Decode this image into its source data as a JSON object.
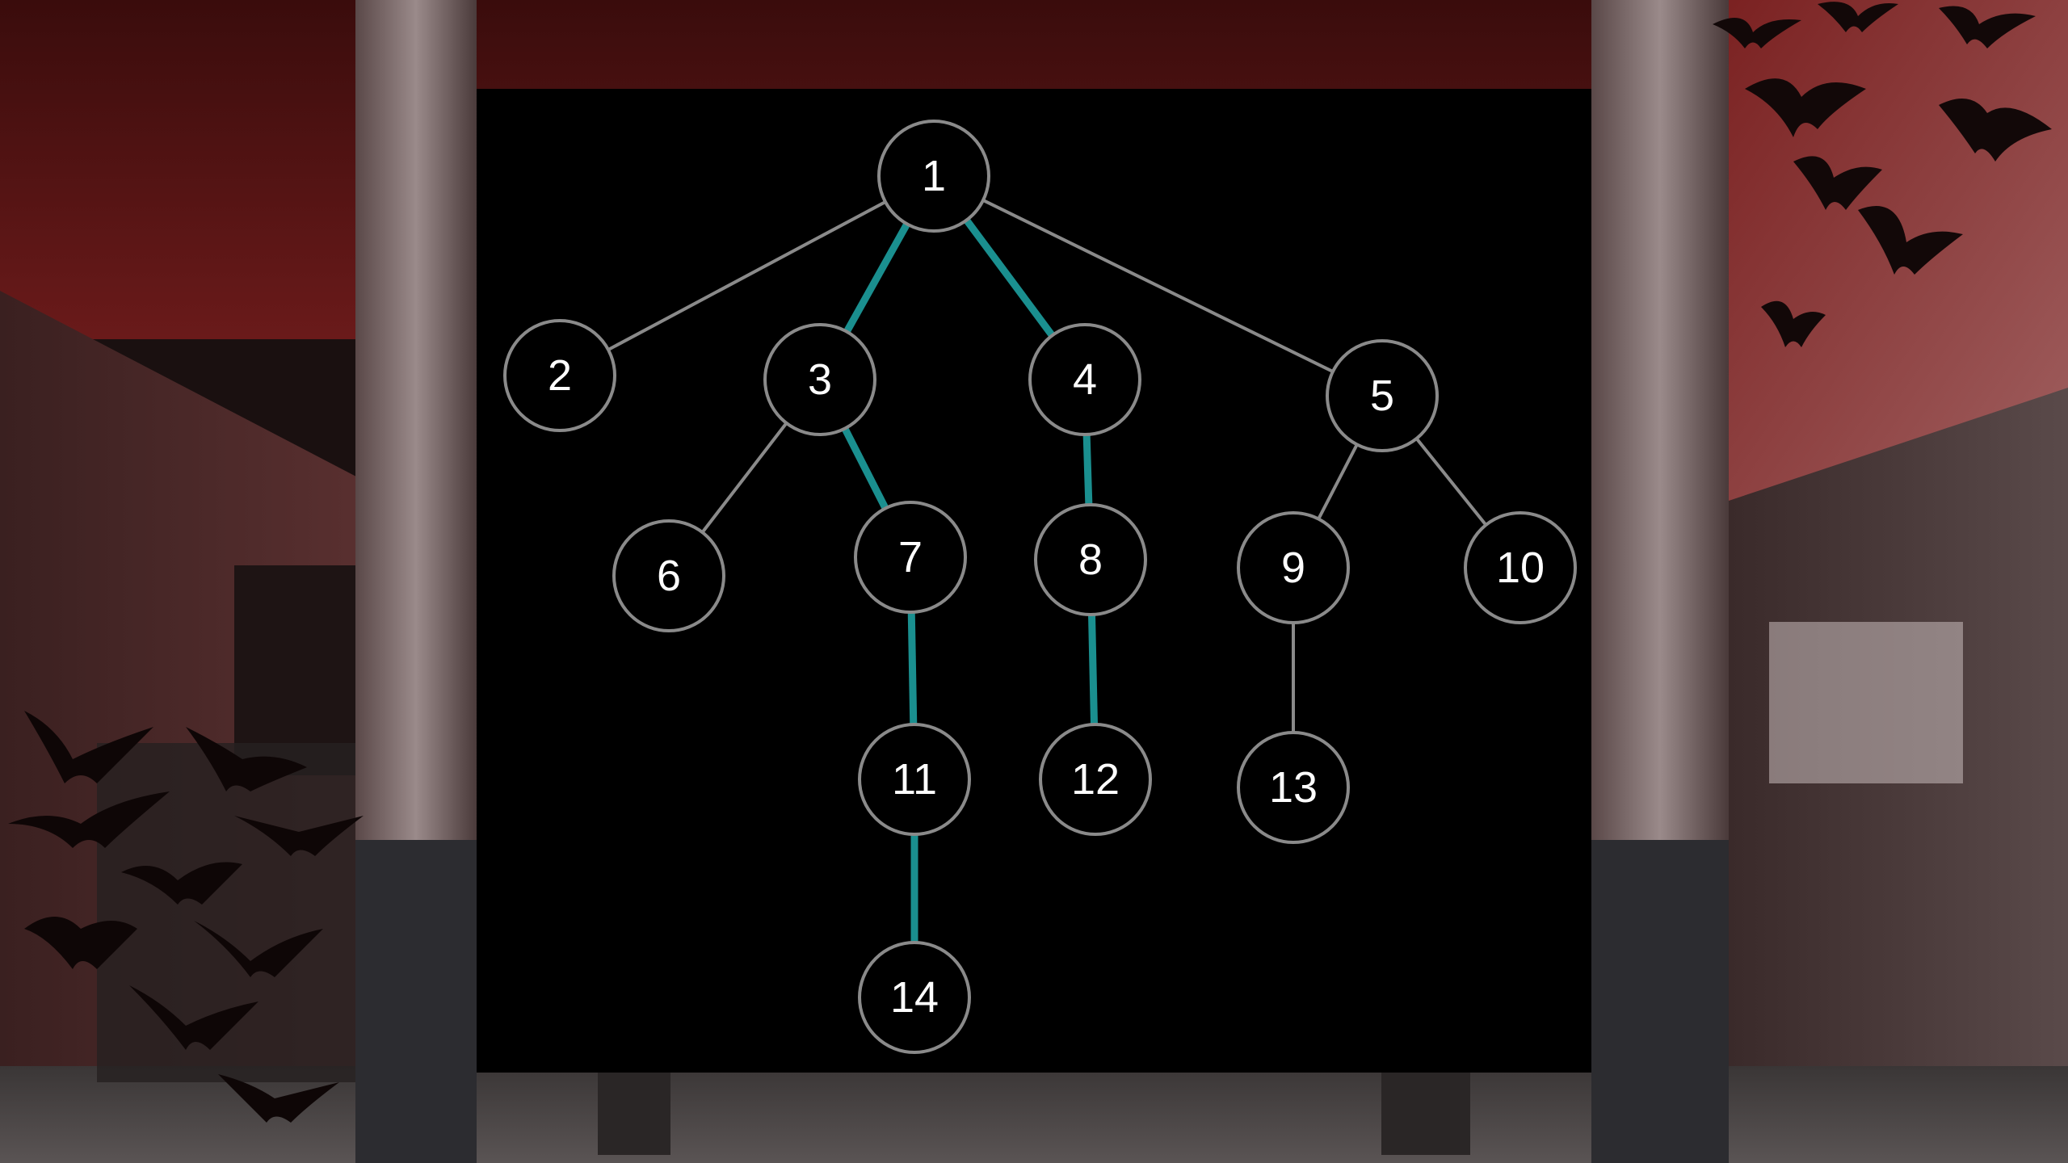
{
  "tree": {
    "nodes": [
      {
        "id": "n1",
        "label": "1"
      },
      {
        "id": "n2",
        "label": "2"
      },
      {
        "id": "n3",
        "label": "3"
      },
      {
        "id": "n4",
        "label": "4"
      },
      {
        "id": "n5",
        "label": "5"
      },
      {
        "id": "n6",
        "label": "6"
      },
      {
        "id": "n7",
        "label": "7"
      },
      {
        "id": "n8",
        "label": "8"
      },
      {
        "id": "n9",
        "label": "9"
      },
      {
        "id": "n10",
        "label": "10"
      },
      {
        "id": "n11",
        "label": "11"
      },
      {
        "id": "n12",
        "label": "12"
      },
      {
        "id": "n13",
        "label": "13"
      },
      {
        "id": "n14",
        "label": "14"
      }
    ],
    "edges": [
      {
        "from": "1",
        "to": "2",
        "highlighted": false
      },
      {
        "from": "1",
        "to": "3",
        "highlighted": true
      },
      {
        "from": "1",
        "to": "4",
        "highlighted": true
      },
      {
        "from": "1",
        "to": "5",
        "highlighted": false
      },
      {
        "from": "3",
        "to": "6",
        "highlighted": false
      },
      {
        "from": "3",
        "to": "7",
        "highlighted": true
      },
      {
        "from": "4",
        "to": "8",
        "highlighted": true
      },
      {
        "from": "5",
        "to": "9",
        "highlighted": false
      },
      {
        "from": "5",
        "to": "10",
        "highlighted": false
      },
      {
        "from": "7",
        "to": "11",
        "highlighted": true
      },
      {
        "from": "8",
        "to": "12",
        "highlighted": true
      },
      {
        "from": "9",
        "to": "13",
        "highlighted": false
      },
      {
        "from": "11",
        "to": "14",
        "highlighted": true
      }
    ],
    "colors": {
      "highlight_edge": "#1a8f8f",
      "normal_edge": "#8a8a8a",
      "node_fill": "#000000",
      "node_stroke": "#8a8a8a",
      "label": "#ffffff"
    }
  },
  "background": {
    "theme": "abandoned-warehouse-with-bats",
    "colors": {
      "ceiling": "#5a1515",
      "walls": "#3a2424",
      "pillar": "#8c7878",
      "floor": "#4a4444"
    }
  }
}
